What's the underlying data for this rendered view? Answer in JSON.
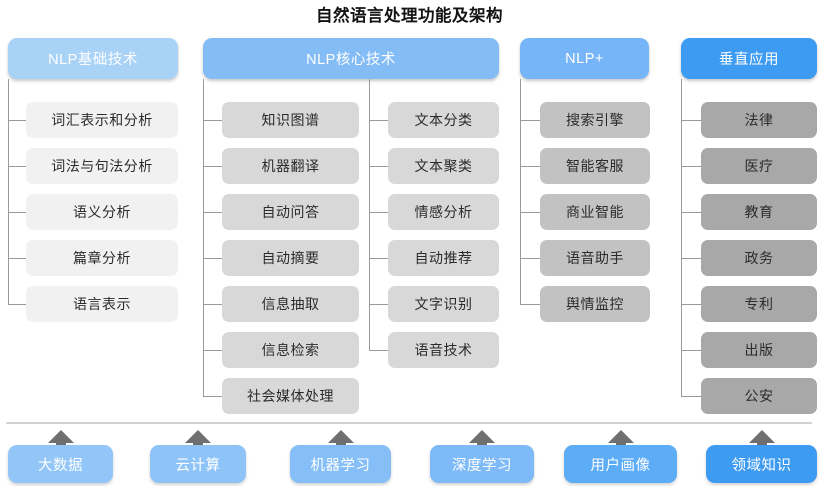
{
  "title": "自然语言处理功能及架构",
  "colors": {
    "header_1": "#a9d2f7",
    "header_2": "#84bdf6",
    "header_3": "#76b5f7",
    "header_4": "#3d9bf2",
    "leaf_1": "#f1f1f1",
    "leaf_2": "#d8d8d8",
    "leaf_3": "#c2c2c2",
    "leaf_4": "#a8a8a8",
    "connector": "#9a9a9a",
    "arrow": "#6f6f6f",
    "divider": "#d2d2d2",
    "title_text": "#131313"
  },
  "columns": [
    {
      "header": "NLP基础技术",
      "header_color": "#a9d2f7",
      "items": [
        "词汇表示和分析",
        "词法与句法分析",
        "语义分析",
        "篇章分析",
        "语言表示"
      ]
    },
    {
      "header": "NLP核心技术",
      "header_color": "#84bdf6",
      "items_left": [
        "知识图谱",
        "机器翻译",
        "自动问答",
        "自动摘要",
        "信息抽取",
        "信息检索",
        "社会媒体处理"
      ],
      "items_right": [
        "文本分类",
        "文本聚类",
        "情感分析",
        "自动推荐",
        "文字识别",
        "语音技术"
      ]
    },
    {
      "header": "NLP+",
      "header_color": "#76b5f7",
      "items": [
        "搜索引擎",
        "智能客服",
        "商业智能",
        "语音助手",
        "舆情监控"
      ]
    },
    {
      "header": "垂直应用",
      "header_color": "#3d9bf2",
      "items": [
        "法律",
        "医疗",
        "教育",
        "政务",
        "专利",
        "出版",
        "公安"
      ]
    }
  ],
  "foundation": {
    "items": [
      {
        "label": "大数据",
        "color": "#92c6f8"
      },
      {
        "label": "云计算",
        "color": "#8ec3f7"
      },
      {
        "label": "机器学习",
        "color": "#86bff7"
      },
      {
        "label": "深度学习",
        "color": "#7dbaf7"
      },
      {
        "label": "用户画像",
        "color": "#5cacf6"
      },
      {
        "label": "领域知识",
        "color": "#3d9bf2"
      }
    ]
  },
  "watermark": ""
}
